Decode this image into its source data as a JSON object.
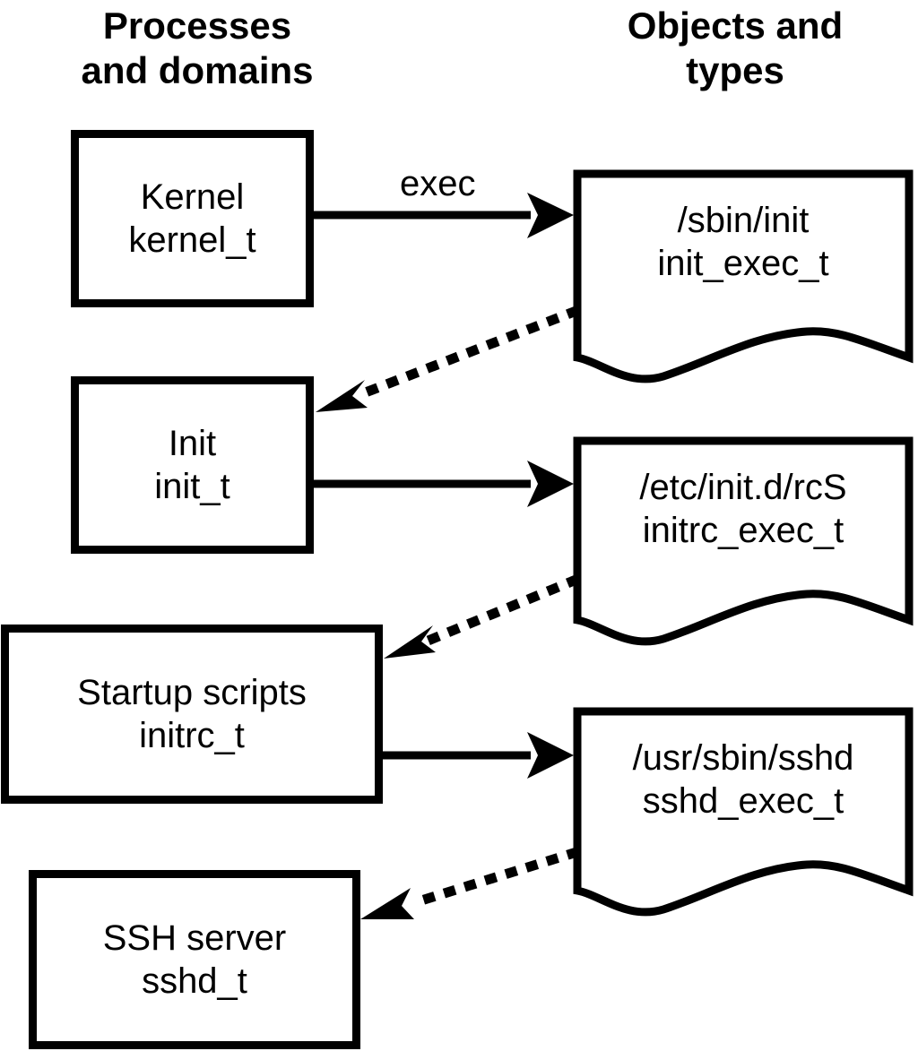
{
  "headers": {
    "left": "Processes\nand domains",
    "right": "Objects and\ntypes"
  },
  "colors": {
    "stroke": "#000000",
    "fill": "#ffffff"
  },
  "process_boxes": [
    {
      "id": "kernel",
      "title": "Kernel",
      "type": "kernel_t"
    },
    {
      "id": "init",
      "title": "Init",
      "type": "init_t"
    },
    {
      "id": "initrc",
      "title": "Startup scripts",
      "type": "initrc_t"
    },
    {
      "id": "sshd",
      "title": "SSH server",
      "type": "sshd_t"
    }
  ],
  "object_docs": [
    {
      "id": "init-exec",
      "path": "/sbin/init",
      "type": "init_exec_t"
    },
    {
      "id": "initrc-exec",
      "path": "/etc/init.d/rcS",
      "type": "initrc_exec_t"
    },
    {
      "id": "sshd-exec",
      "path": "/usr/sbin/sshd",
      "type": "sshd_exec_t"
    }
  ],
  "edges": [
    {
      "id": "kernel-exec-init",
      "label": "exec",
      "style": "solid",
      "from": "kernel",
      "to": "init-exec"
    },
    {
      "id": "initexec-to-init",
      "label": "",
      "style": "dotted",
      "from": "init-exec",
      "to": "init"
    },
    {
      "id": "init-exec-initrc",
      "label": "",
      "style": "solid",
      "from": "init",
      "to": "initrc-exec"
    },
    {
      "id": "initrcexec-to-initrc",
      "label": "",
      "style": "dotted",
      "from": "initrc-exec",
      "to": "initrc"
    },
    {
      "id": "initrc-exec-sshd",
      "label": "",
      "style": "solid",
      "from": "initrc",
      "to": "sshd-exec"
    },
    {
      "id": "sshdexec-to-sshd",
      "label": "",
      "style": "dotted",
      "from": "sshd-exec",
      "to": "sshd"
    }
  ]
}
